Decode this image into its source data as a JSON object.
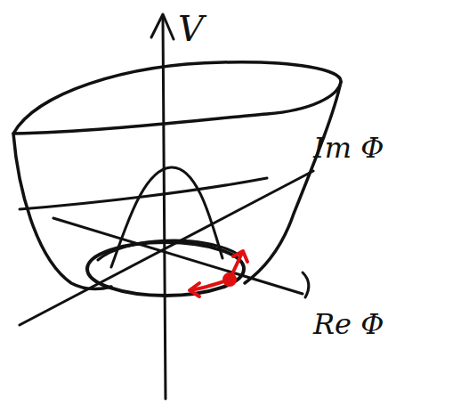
{
  "diagram": {
    "labels": [
      "V",
      "Im Φ",
      "Re Φ"
    ]
  }
}
